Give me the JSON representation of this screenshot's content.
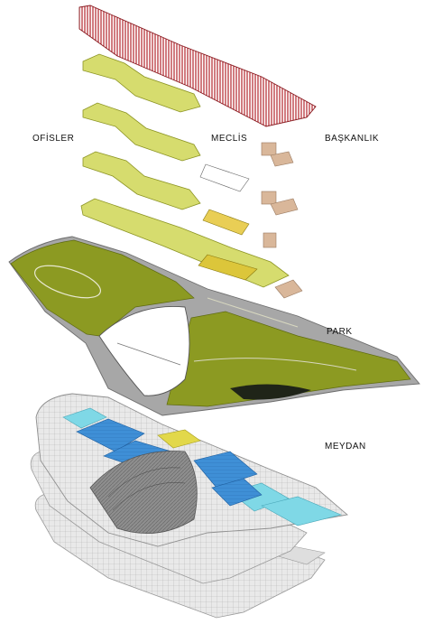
{
  "labels": {
    "offices": "OFİSLER",
    "assembly": "MECLİS",
    "presidency": "BAŞKANLIK",
    "park": "PARK",
    "square": "MEYDAN"
  },
  "colors": {
    "roof": "#b3242b",
    "office_floor": "#d6dc6e",
    "assembly": "#dcc63a",
    "presidency": "#d9b79a",
    "park_grass": "#8c9a22",
    "park_dark": "#6f7d14",
    "square_blue": "#3f8fd6",
    "square_cyan": "#7fd8e6",
    "base_grey": "#c9c9c9"
  },
  "layers": [
    "roof-canopy",
    "office-floor-4",
    "office-floor-3",
    "office-floor-2",
    "office-floor-1",
    "park-level",
    "square-level",
    "parking-level-1",
    "parking-level-2"
  ]
}
